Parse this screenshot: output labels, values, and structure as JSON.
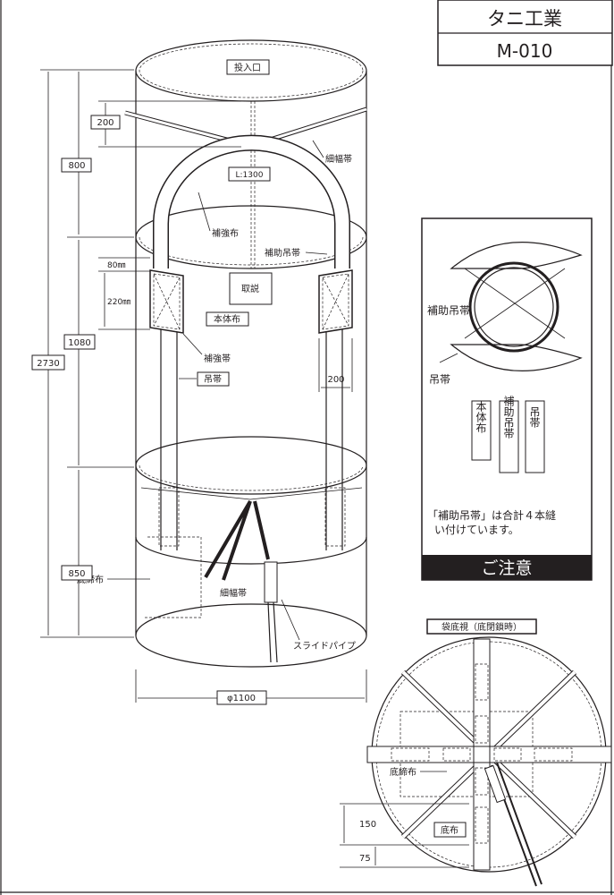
{
  "title_block": {
    "company": "タニ工業",
    "model": "M-010"
  },
  "side_view": {
    "labels": {
      "inlet": "投入口",
      "narrow_band_top": "細幅帯",
      "loop_length": "L:1300",
      "reinforcement_cloth": "補強布",
      "aux_sling": "補助吊帯",
      "instructions": "取説",
      "body_cloth": "本体布",
      "reinforcement_band": "補強帯",
      "sling": "吊帯",
      "bottom_tie_cloth": "底締布",
      "narrow_band_bottom": "細幅帯",
      "slide_pipe": "スライドパイプ"
    },
    "dimensions": {
      "total_height": "2730",
      "top_section": "800",
      "v_drop": "200",
      "middle_section": "1080",
      "bottom_section": "850",
      "patch_offset": "80㎜",
      "patch_height": "220㎜",
      "patch_width": "200",
      "diameter": "φ1100"
    }
  },
  "notes_panel": {
    "aux_sling_label": "補助吊帯",
    "sling_label": "吊帯",
    "strips": [
      "本体布",
      "補助吊帯",
      "吊帯"
    ],
    "note_line1": "「補助吊帯」は合計４本縫",
    "note_line2": "い付けています。",
    "footer": "ご注意"
  },
  "bottom_view": {
    "title": "袋底視（底閉鎖時）",
    "bottom_tie_cloth": "底締布",
    "bottom_cloth": "底布",
    "dim_150": "150",
    "dim_75": "75"
  }
}
